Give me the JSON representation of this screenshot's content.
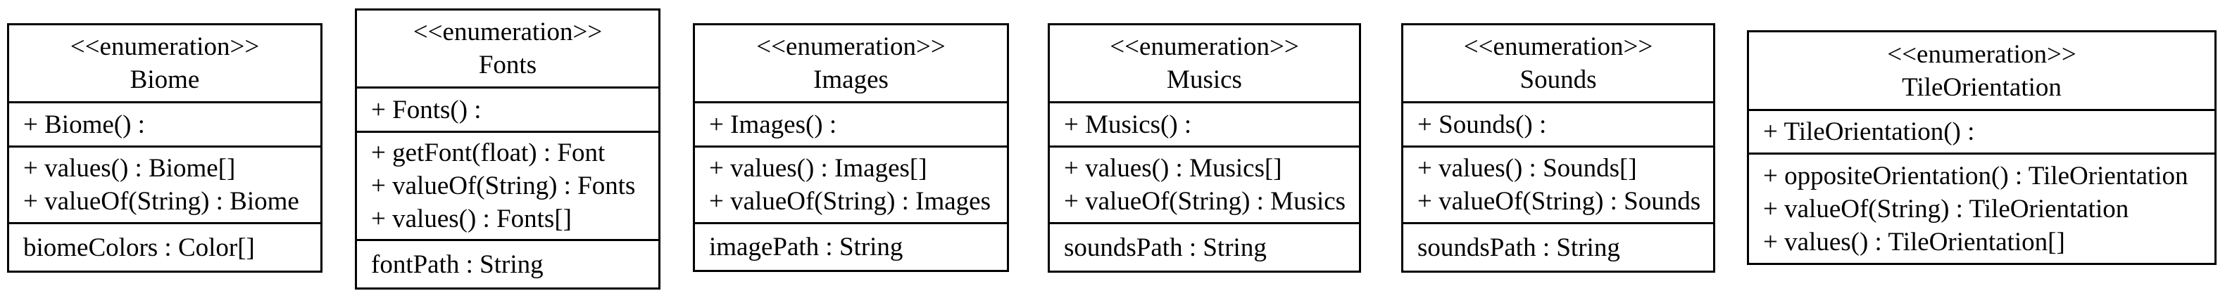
{
  "stereotype": "<<enumeration>>",
  "colors": {
    "border": "#000000",
    "background": "#ffffff",
    "text": "#000000"
  },
  "classes": [
    {
      "name": "Biome",
      "constructor": "+ Biome() :",
      "methods": [
        "+ values() : Biome[]",
        "+ valueOf(String) : Biome"
      ],
      "attributes": [
        "biomeColors : Color[]"
      ]
    },
    {
      "name": "Fonts",
      "constructor": "+ Fonts() :",
      "methods": [
        "+ getFont(float) : Font",
        "+ valueOf(String) : Fonts",
        "+ values() : Fonts[]"
      ],
      "attributes": [
        "fontPath : String"
      ]
    },
    {
      "name": "Images",
      "constructor": "+ Images() :",
      "methods": [
        "+ values() : Images[]",
        "+ valueOf(String) : Images"
      ],
      "attributes": [
        "imagePath : String"
      ]
    },
    {
      "name": "Musics",
      "constructor": "+ Musics() :",
      "methods": [
        "+ values() : Musics[]",
        "+ valueOf(String) : Musics"
      ],
      "attributes": [
        "soundsPath : String"
      ]
    },
    {
      "name": "Sounds",
      "constructor": "+ Sounds() :",
      "methods": [
        "+ values() : Sounds[]",
        "+ valueOf(String) : Sounds"
      ],
      "attributes": [
        "soundsPath : String"
      ]
    },
    {
      "name": "TileOrientation",
      "constructor": "+ TileOrientation() :",
      "methods": [
        "+ oppositeOrientation() : TileOrientation",
        "+ valueOf(String) : TileOrientation",
        "+ values() : TileOrientation[]"
      ],
      "attributes": []
    }
  ]
}
